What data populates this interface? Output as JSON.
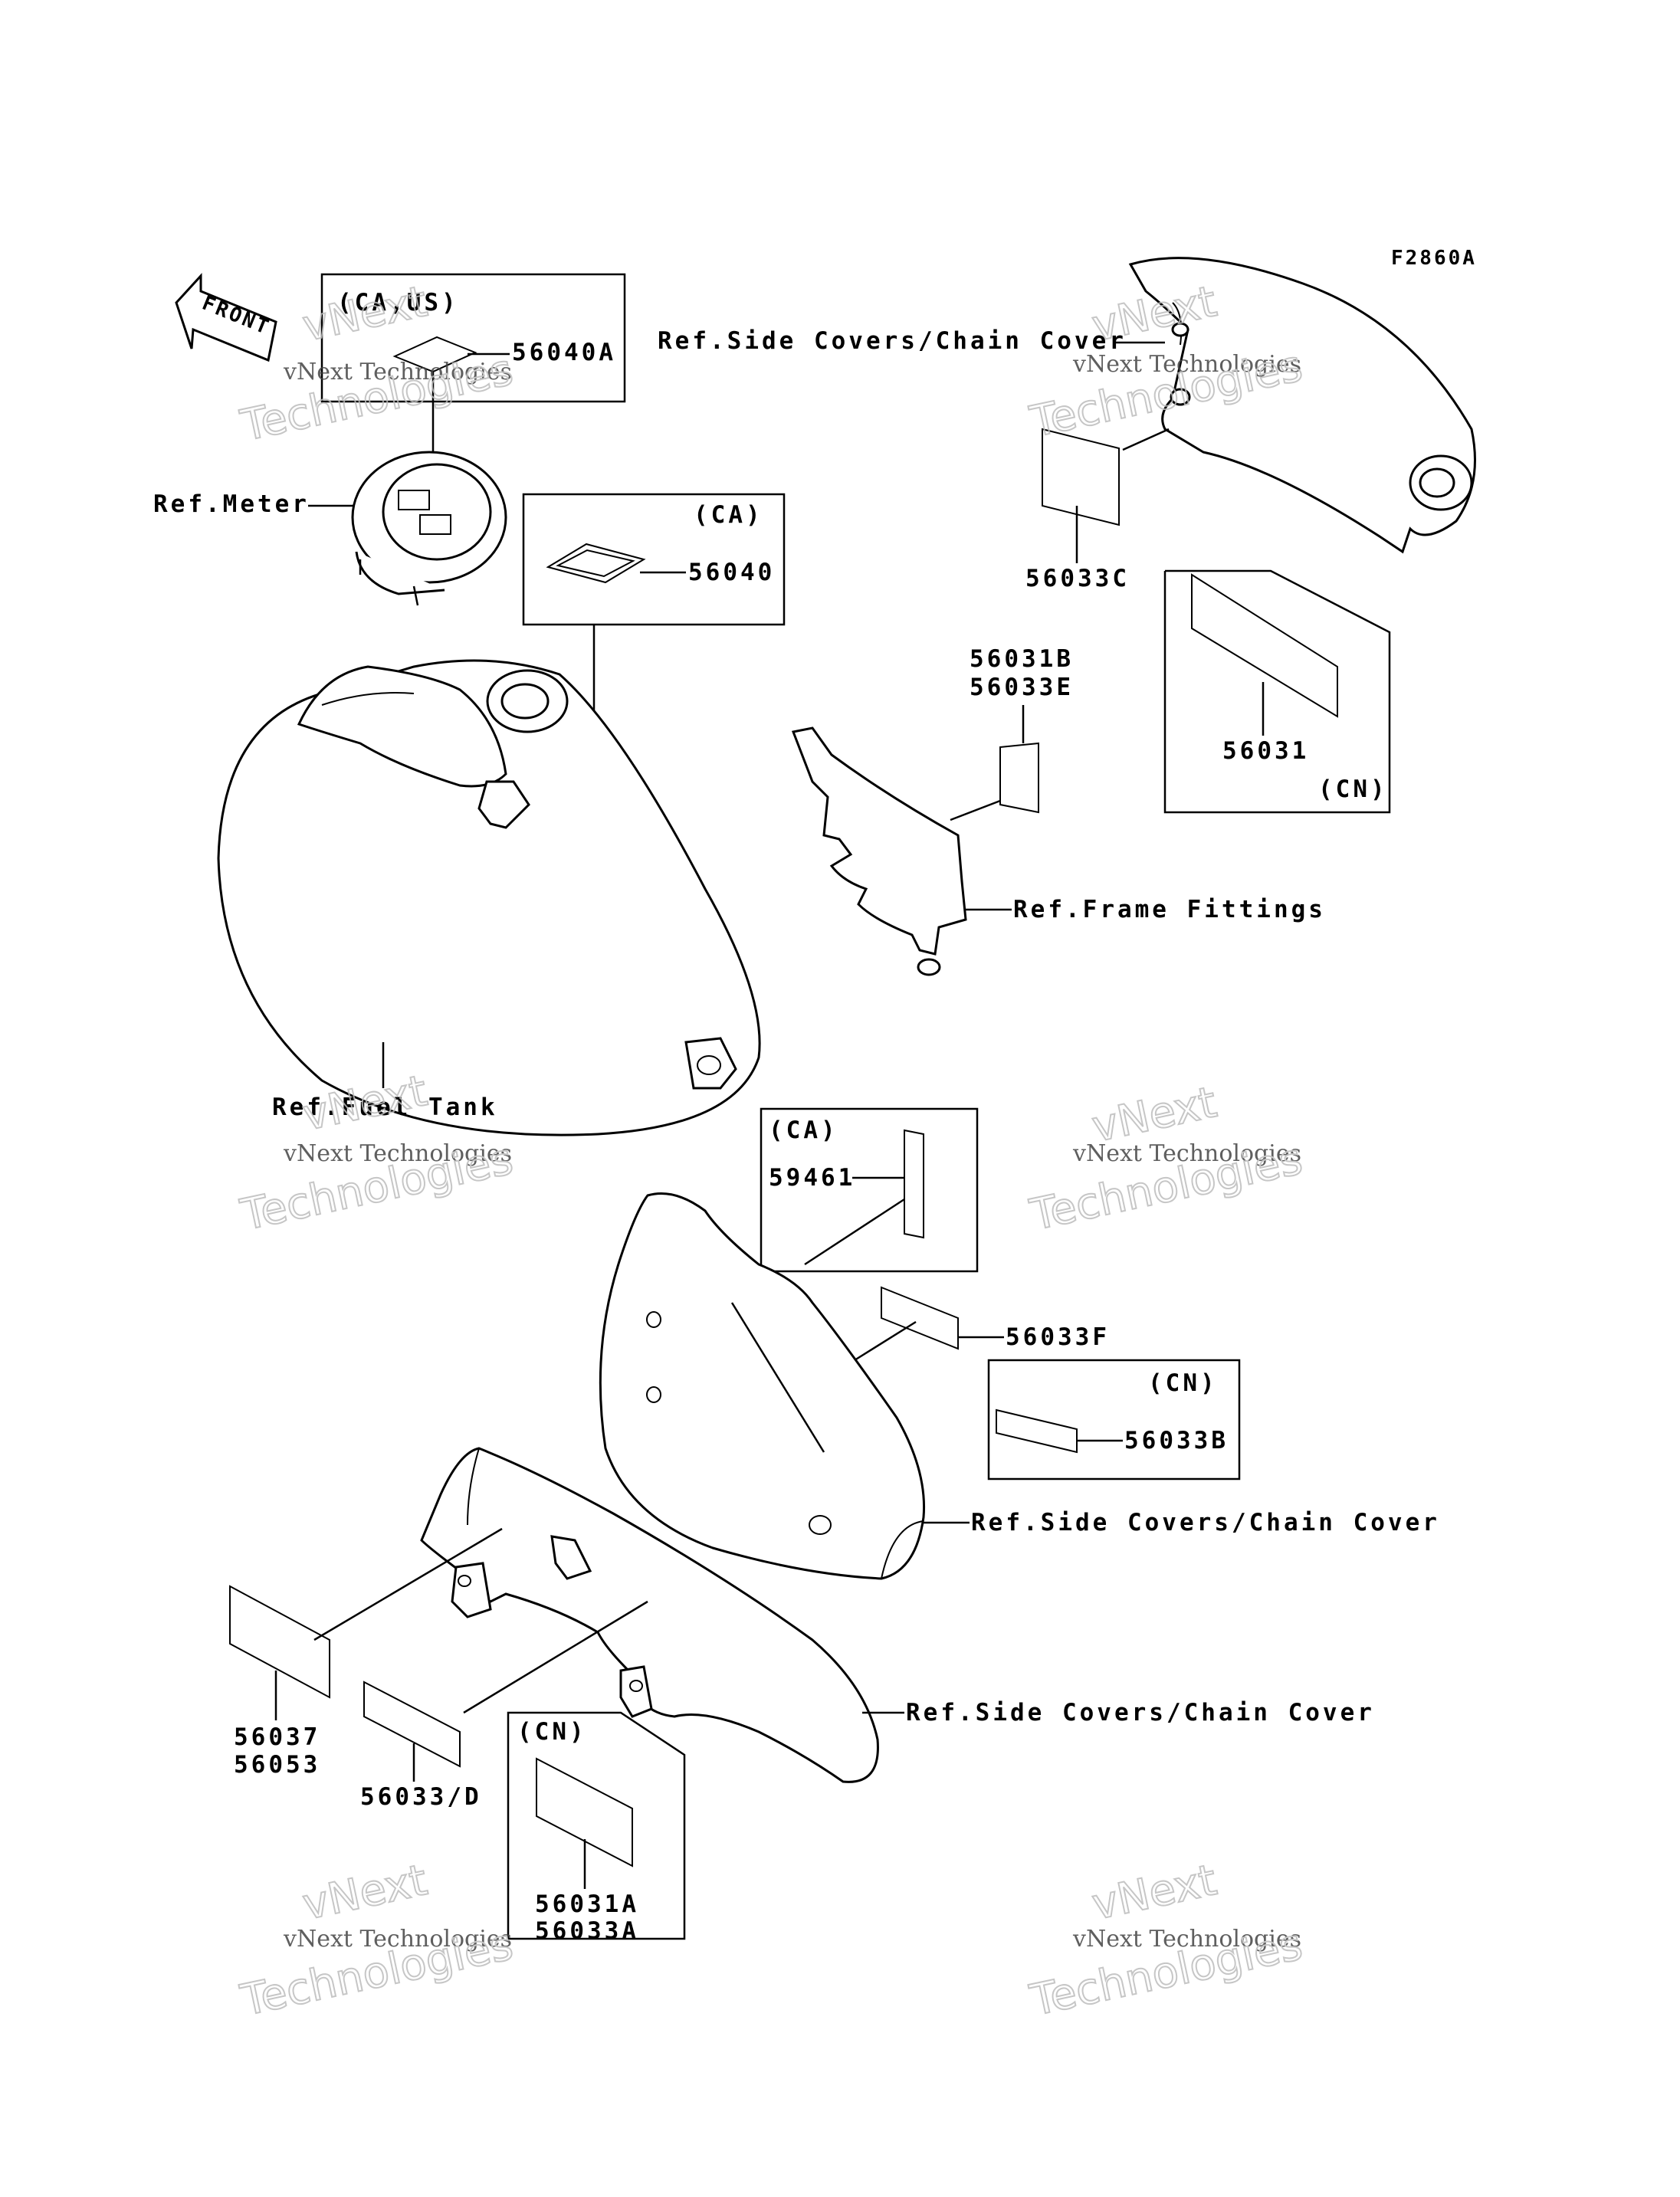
{
  "figure_code": "F2860A",
  "front_arrow": "FRONT",
  "ref_labels": {
    "meter": "Ref.Meter",
    "fuel_tank": "Ref.Fuel Tank",
    "frame_fittings": "Ref.Frame Fittings",
    "side_covers_top": "Ref.Side Covers/Chain Cover",
    "side_covers_mid": "Ref.Side Covers/Chain Cover",
    "side_covers_bottom": "Ref.Side Covers/Chain Cover"
  },
  "region_boxes": {
    "ca_us": "(CA,US)",
    "ca_top": "(CA)",
    "cn_right": "(CN)",
    "ca_mid": "(CA)",
    "cn_mid": "(CN)",
    "cn_bottom": "(CN)"
  },
  "part_numbers": {
    "p56040A": "56040A",
    "p56040": "56040",
    "p56033C": "56033C",
    "p56031": "56031",
    "p56031B": "56031B",
    "p56033E": "56033E",
    "p59461": "59461",
    "p56033F": "56033F",
    "p56033B": "56033B",
    "p56037": "56037",
    "p56053": "56053",
    "p56033D": "56033/D",
    "p56031A": "56031A",
    "p56033A": "56033A"
  },
  "watermark": {
    "line1": "vNext Technologies",
    "line2": "vNext",
    "line3": "Technologies"
  }
}
